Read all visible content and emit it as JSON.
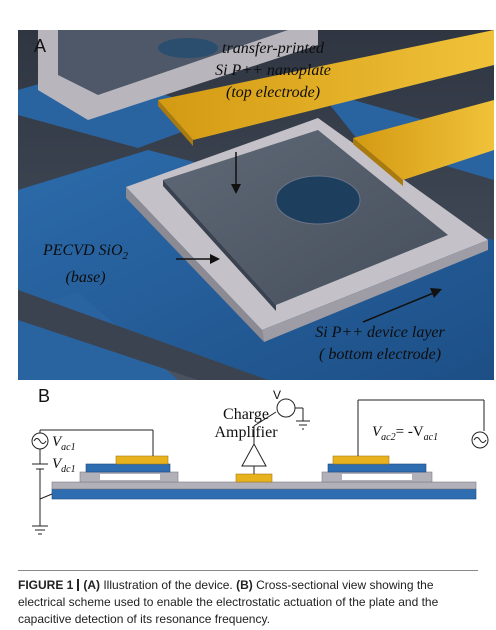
{
  "panel_a": {
    "letter": "A",
    "labels": {
      "top_line1": "transfer-printed",
      "top_line2": "Si P++ nanoplate",
      "top_line3": "(top electrode)",
      "base_line1": "PECVD SiO",
      "base_sub": "2",
      "base_line2": "(base)",
      "device_line1": "Si P++ device layer",
      "device_line2": "( bottom electrode)"
    }
  },
  "panel_b": {
    "letter": "B",
    "charge": "Charge",
    "amplifier": "Amplifier",
    "v_symbol": "V",
    "vac1_main": "V",
    "vac1_sub": "ac1",
    "vdc1_main": "V",
    "vdc1_sub": "dc1",
    "vac2_main": "V",
    "vac2_sub": "ac2",
    "vac2_eq": "= -V",
    "vac2_eq_sub": "ac1"
  },
  "caption": {
    "label": "FIGURE 1",
    "a_tag": "(A)",
    "a_text": " Illustration of the device. ",
    "b_tag": "(B)",
    "b_text": " Cross-sectional view showing the electrical scheme used to enable the electrostatic actuation of the plate and the capacitive detection of its resonance frequency."
  },
  "colors": {
    "background_dark": "#3e4654",
    "blue_layer": "#2f6fae",
    "gold_electrode": "#e7b21e",
    "grey_frame": "#b6b4ba",
    "plate": "#4e5968"
  }
}
